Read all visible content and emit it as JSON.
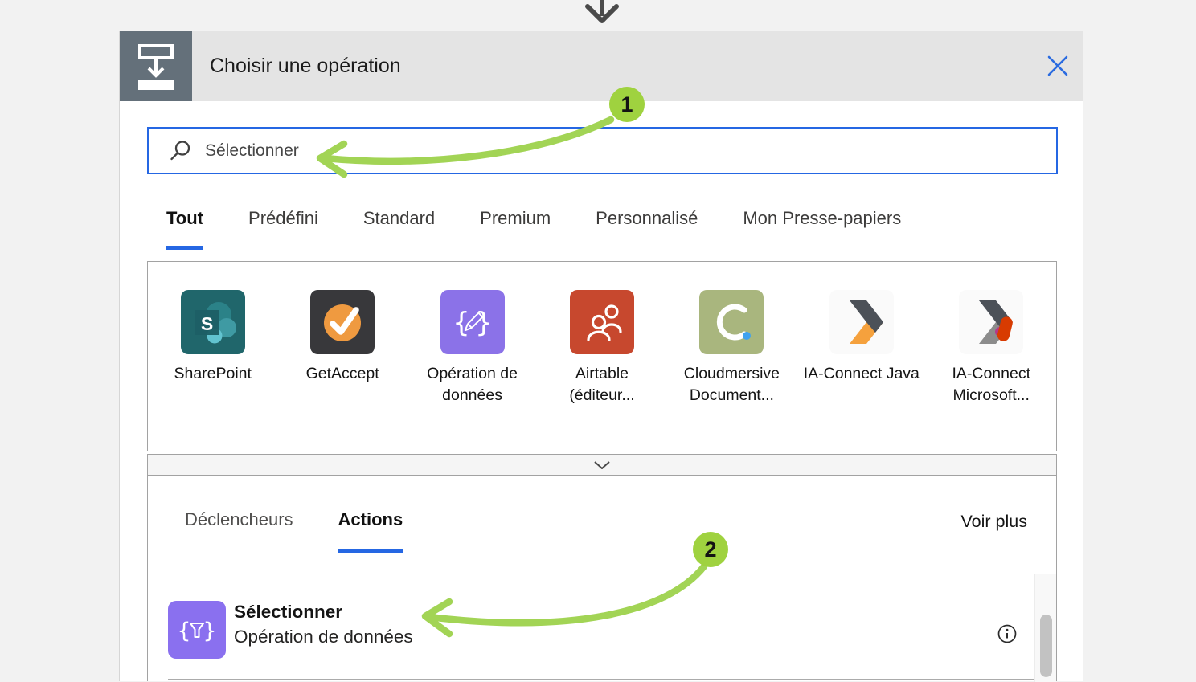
{
  "colors": {
    "accent": "#2567e3",
    "green": "#9fd23f",
    "header-bg": "#e4e4e4",
    "slate": "#64707a",
    "purple": "#8b72e8",
    "page-bg": "#f2f2f2"
  },
  "dialog": {
    "title": "Choisir une opération"
  },
  "search": {
    "placeholder": "Sélectionner",
    "value": ""
  },
  "category_tabs": [
    {
      "label": "Tout",
      "selected": true
    },
    {
      "label": "Prédéfini",
      "selected": false
    },
    {
      "label": "Standard",
      "selected": false
    },
    {
      "label": "Premium",
      "selected": false
    },
    {
      "label": "Personnalisé",
      "selected": false
    },
    {
      "label": "Mon Presse-papiers",
      "selected": false
    }
  ],
  "connectors": [
    {
      "name": "SharePoint"
    },
    {
      "name": "GetAccept"
    },
    {
      "name": "Opération de données"
    },
    {
      "name": "Airtable (éditeur..."
    },
    {
      "name": "Cloudmersive Document..."
    },
    {
      "name": "IA-Connect Java"
    },
    {
      "name": "IA-Connect Microsoft..."
    }
  ],
  "section_tabs": [
    {
      "label": "Déclencheurs",
      "selected": false
    },
    {
      "label": "Actions",
      "selected": true
    }
  ],
  "see_more_label": "Voir plus",
  "action_item": {
    "title": "Sélectionner",
    "subtitle": "Opération de données"
  },
  "annotations": {
    "step1": "1",
    "step2": "2"
  }
}
